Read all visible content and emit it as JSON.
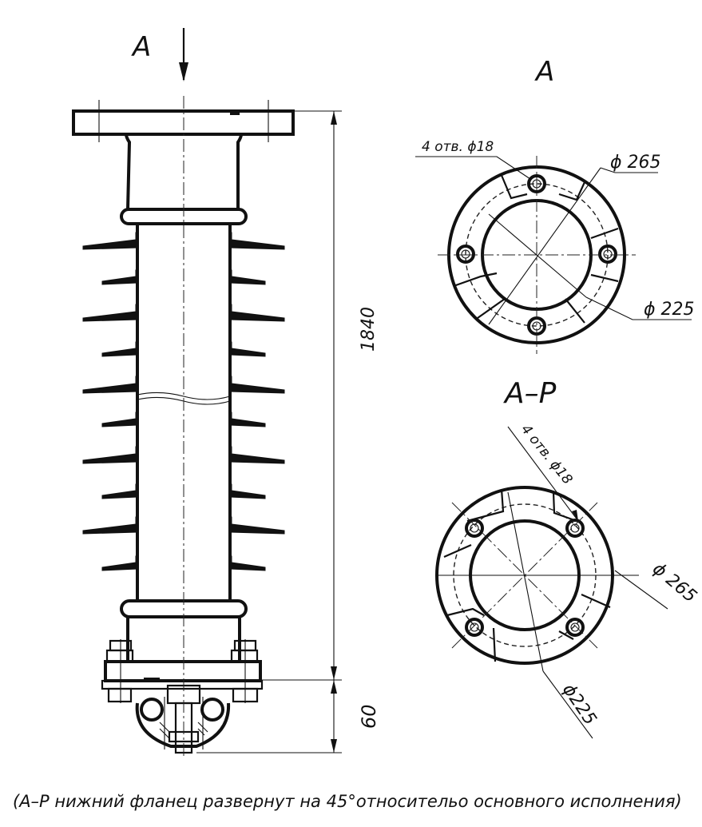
{
  "view_marker_label": "А",
  "view_a": {
    "title": "А",
    "holes_note": "4 отв. ϕ18",
    "dia_outer": "ϕ 265",
    "dia_inner": "ϕ 225"
  },
  "view_ar": {
    "title": "А–Р",
    "holes_note": "4 отв. ϕ18",
    "dia_outer": "ϕ 265",
    "dia_inner": "ϕ225"
  },
  "dimensions": {
    "total_height": "1840",
    "bottom_height": "60"
  },
  "caption": "(А–Р нижний фланец развернут на 45°относительо основного исполнения)"
}
